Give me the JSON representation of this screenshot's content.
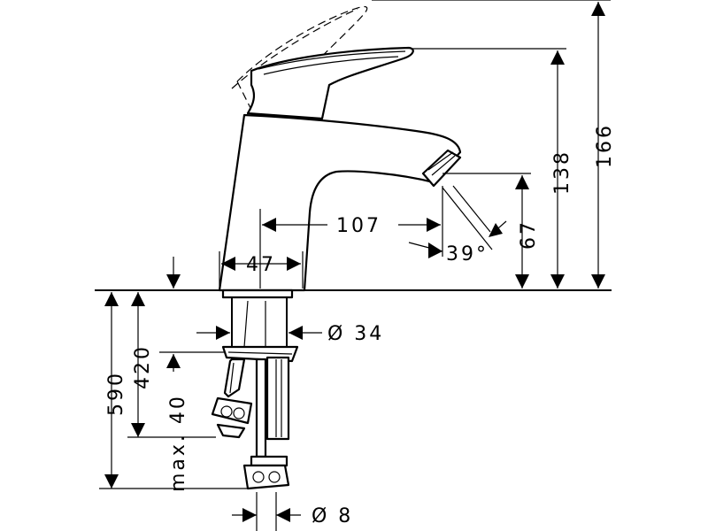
{
  "dimensions": {
    "total_height": "166",
    "spout_height": "138",
    "aerator_height": "67",
    "projection": "107",
    "base_width": "47",
    "spray_angle": "39°",
    "hole_diameter": "Ø 34",
    "hose_length": "590",
    "tail_length": "420",
    "max_thickness": "max. 40",
    "hose_diameter": "Ø 8"
  }
}
